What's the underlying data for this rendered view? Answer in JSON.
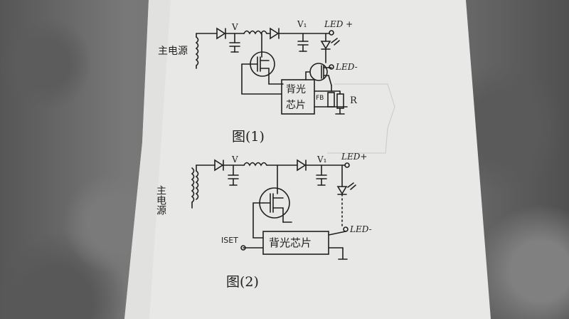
{
  "labels": {
    "led_plus_1": "LED +",
    "led_minus_1": "LED-",
    "v_1": "V",
    "v1_1": "V₁",
    "ic1_line1": "背光",
    "ic1_line2": "芯片",
    "fb": "FB",
    "r": "R",
    "source_1": "主电源",
    "fig_1": "图(1)",
    "led_plus_2": "LED+",
    "led_minus_2": "LED-",
    "v_2": "V",
    "v1_2": "V₁",
    "source_2": "主电源",
    "ic2": "背光芯片",
    "iset": "ISET",
    "fig_2": "图(2)"
  },
  "colors": {
    "ink": "#202020",
    "paper": "#e9e9e7",
    "background": "#6e6e6e"
  }
}
